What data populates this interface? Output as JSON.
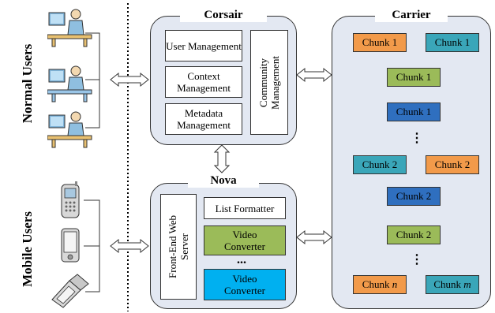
{
  "user_groups": {
    "normal": "Normal Users",
    "mobile": "Mobile Users"
  },
  "corsair": {
    "title": "Corsair",
    "modules": {
      "user": "User Management",
      "context": "Context Management",
      "metadata": "Metadata Management",
      "community": "Community Management"
    }
  },
  "nova": {
    "title": "Nova",
    "modules": {
      "web_server": "Front-End Web Server",
      "list_formatter": "List Formatter",
      "video_converter_1": "Video Converter",
      "video_converter_2": "Video Converter"
    },
    "ellipsis": "..."
  },
  "carrier": {
    "title": "Carrier",
    "chunks": [
      {
        "label": "Chunk 1",
        "color": "#f29a4a"
      },
      {
        "label": "Chunk 1",
        "color": "#3aa6b9"
      },
      {
        "label": "Chunk 1",
        "color": "#9bbb59"
      },
      {
        "label": "Chunk 1",
        "color": "#2f6fbf"
      },
      {
        "label": "Chunk 2",
        "color": "#3aa6b9"
      },
      {
        "label": "Chunk 2",
        "color": "#f29a4a"
      },
      {
        "label": "Chunk 2",
        "color": "#2f6fbf"
      },
      {
        "label": "Chunk 2",
        "color": "#9bbb59"
      },
      {
        "label": "Chunk",
        "var": "n",
        "color": "#f29a4a"
      },
      {
        "label": "Chunk",
        "var": "m",
        "color": "#3aa6b9"
      }
    ],
    "ellipsis": "⋮"
  },
  "colors": {
    "panel": "#e3e8f2",
    "video_green": "#9bbb59",
    "video_blue": "#00b0f0"
  }
}
